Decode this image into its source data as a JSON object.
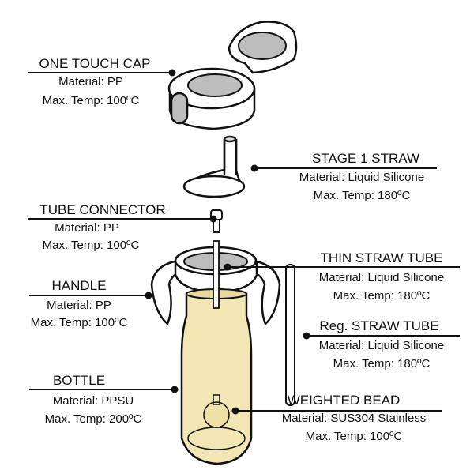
{
  "parts": [
    {
      "title": "ONE TOUCH CAP",
      "material": "Material: PP",
      "max_temp": "Max. Temp: 100ºC"
    },
    {
      "title": "STAGE 1 STRAW",
      "material": "Material: Liquid Silicone",
      "max_temp": "Max. Temp: 180ºC"
    },
    {
      "title": "TUBE CONNECTOR",
      "material": "Material: PP",
      "max_temp": "Max. Temp: 100ºC"
    },
    {
      "title": "THIN STRAW TUBE",
      "material": "Material: Liquid Silicone",
      "max_temp": "Max. Temp: 180ºC"
    },
    {
      "title": "HANDLE",
      "material": "Material: PP",
      "max_temp": "Max. Temp: 100ºC"
    },
    {
      "title": "Reg. STRAW TUBE",
      "material": "Material: Liquid Silicone",
      "max_temp": "Max. Temp: 180ºC"
    },
    {
      "title": "BOTTLE",
      "material": "Material: PPSU",
      "max_temp": "Max. Temp: 200ºC"
    },
    {
      "title": "WEIGHTED BEAD",
      "material": "Material: SUS304 Stainless",
      "max_temp": "Max. Temp: 100ºC"
    }
  ],
  "colors": {
    "bottle_fill": "#f3e6b5",
    "line": "#111111",
    "inner_gray": "#bdbdbd"
  }
}
